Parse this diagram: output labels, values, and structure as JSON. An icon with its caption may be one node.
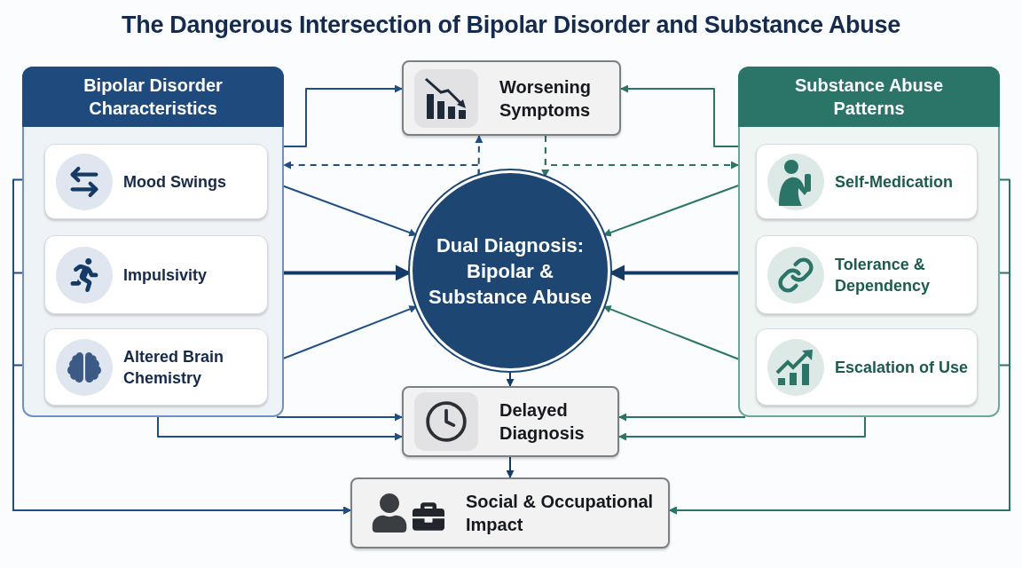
{
  "diagram": {
    "title": "The Dangerous Intersection of Bipolar Disorder and Substance Abuse",
    "nodes": [
      {
        "text": [
          "Bipolar Disorder Characteristics"
        ]
      },
      {
        "text": [
          "Mood Swings"
        ],
        "in": 0
      },
      {
        "text": [
          "Impulsivity"
        ],
        "in": 0
      },
      {
        "text": [
          "Altered Brain Chemistry"
        ],
        "in": 0
      },
      {
        "text": [
          "Worsening Symptoms"
        ]
      },
      {
        "text": [
          "Substance Abuse Patterns"
        ]
      },
      {
        "text": [
          "Self-Medication"
        ],
        "in": 5
      },
      {
        "text": [
          "Tolerance & Dependency"
        ],
        "in": 5
      },
      {
        "text": [
          "Escalation of Use"
        ],
        "in": 5
      },
      {
        "text": [
          "Dual Diagnosis: Bipolar & Substance Abuse"
        ]
      },
      {
        "text": [
          "Delayed Diagnosis"
        ]
      },
      {
        "text": [
          "Social & Occupational Impact"
        ]
      }
    ],
    "edges": [
      {
        "from": 0,
        "to": 4,
        "arrow": "to",
        "color": "#1f4e85"
      },
      {
        "from": 5,
        "to": 4,
        "arrow": "to",
        "color": "#2a7468"
      },
      {
        "from": 1,
        "to": 9,
        "arrow": "to",
        "color": "#1f4e85"
      },
      {
        "from": 2,
        "to": 9,
        "arrow": "to",
        "style": "thick",
        "color": "#163a66"
      },
      {
        "from": 3,
        "to": 9,
        "arrow": "to",
        "color": "#1f4e85"
      },
      {
        "from": 6,
        "to": 9,
        "arrow": "to",
        "color": "#2a7468"
      },
      {
        "from": 7,
        "to": 9,
        "arrow": "both",
        "style": "thick",
        "color": "#163a66"
      },
      {
        "from": 8,
        "to": 9,
        "arrow": "to",
        "color": "#2a7468"
      },
      {
        "from": 9,
        "to": 4,
        "arrow": "to",
        "style": "dashed",
        "color": "#1f4e85"
      },
      {
        "from": 9,
        "to": 0,
        "arrow": "to",
        "style": "dashed",
        "color": "#1f4e85"
      },
      {
        "from": 4,
        "to": 9,
        "arrow": "to",
        "style": "dashed",
        "color": "#2a7468"
      },
      {
        "from": 4,
        "to": 5,
        "arrow": "to",
        "style": "dashed",
        "color": "#2a7468"
      },
      {
        "from": 0,
        "to": 10,
        "arrow": "to",
        "color": "#1f4e85"
      },
      {
        "from": 0,
        "to": 10,
        "arrow": "to",
        "color": "#1f4e85"
      },
      {
        "from": 5,
        "to": 10,
        "arrow": "to",
        "color": "#2a7468"
      },
      {
        "from": 5,
        "to": 10,
        "arrow": "to",
        "color": "#2a7468"
      },
      {
        "from": 9,
        "to": 10,
        "arrow": "to",
        "color": "#163a66"
      },
      {
        "from": 10,
        "to": 11,
        "arrow": "to",
        "color": "#163a66"
      },
      {
        "from": 1,
        "to": 11,
        "arrow": "to",
        "color": "#1f4e85"
      },
      {
        "from": 2,
        "to": 11,
        "arrow": "to",
        "color": "#1f4e85"
      },
      {
        "from": 3,
        "to": 11,
        "arrow": "to",
        "color": "#1f4e85"
      },
      {
        "from": 6,
        "to": 11,
        "arrow": "to",
        "color": "#2a7468"
      },
      {
        "from": 7,
        "to": 11,
        "arrow": "to",
        "color": "#2a7468"
      },
      {
        "from": 8,
        "to": 11,
        "arrow": "to",
        "color": "#2a7468"
      }
    ]
  }
}
